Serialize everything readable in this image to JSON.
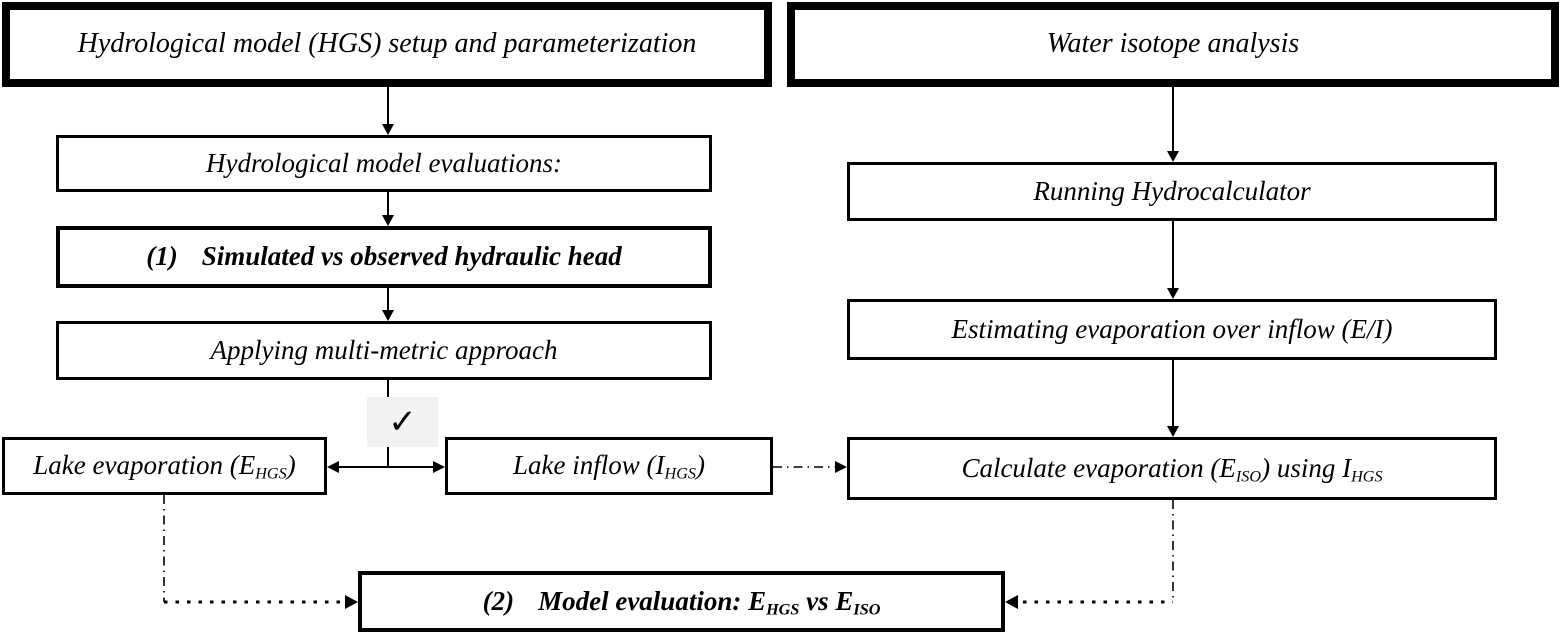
{
  "diagram": {
    "headers": {
      "hgs": "Hydrological model (HGS) setup and parameterization",
      "isotope": "Water isotope analysis"
    },
    "nodes": {
      "evaluations": {
        "label": "Hydrological model evaluations:"
      },
      "hydraulic_head": {
        "num": "(1)",
        "label": "Simulated vs observed hydraulic head"
      },
      "multi_metric": {
        "label": "Applying multi-metric approach"
      },
      "lake_evaporation": {
        "t1": "Lake evaporation (E",
        "s1": "HGS",
        "t2": ")"
      },
      "lake_inflow": {
        "t1": "Lake inflow (I",
        "s1": "HGS",
        "t2": ")"
      },
      "hydrocalculator": {
        "label": "Running Hydrocalculator"
      },
      "evap_over_inflow": {
        "label": "Estimating evaporation over inflow (E/I)"
      },
      "calc_evaporation": {
        "t1": "Calculate evaporation (E",
        "s1": "ISO",
        "t2": ") using I",
        "s2": "HGS"
      },
      "model_evaluation": {
        "num": "(2)",
        "t1": "Model evaluation: E",
        "s1": "HGS",
        "t2": " vs E",
        "s2": "ISO"
      }
    },
    "check_mark": "✓",
    "colors": {
      "line": "#000000",
      "border": "#000000",
      "background": "#ffffff",
      "check_background": "#f2f2f2"
    }
  }
}
